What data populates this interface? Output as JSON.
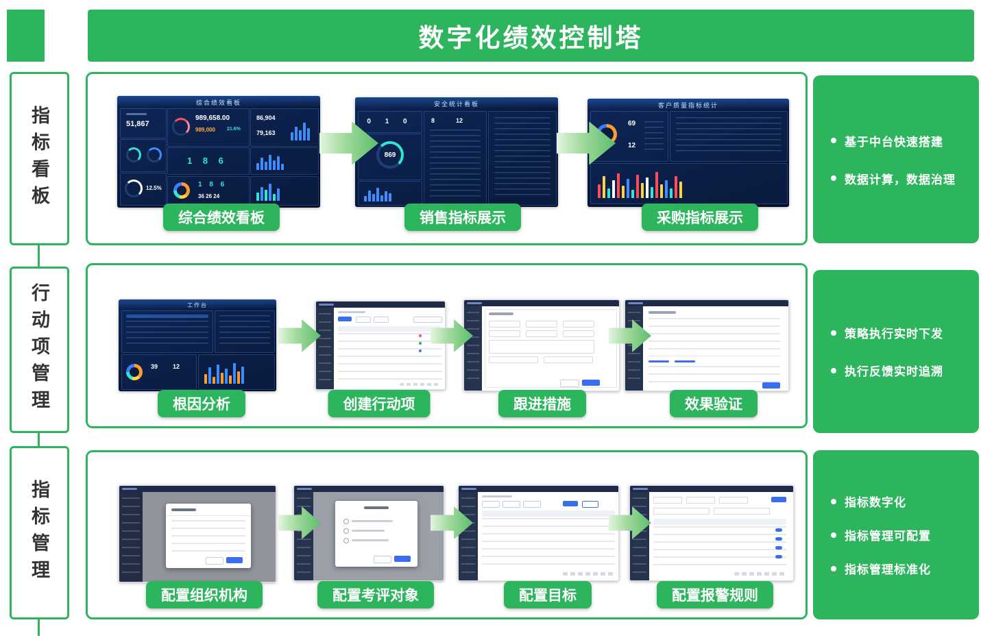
{
  "colors": {
    "accent_green": "#2db55d"
  },
  "header": {
    "title": "数字化绩效控制塔"
  },
  "sections": [
    {
      "label": "指标看板",
      "features": [
        "基于中台快速搭建",
        "数据计算，数据治理"
      ],
      "screens": [
        {
          "label": "综合绩效看板",
          "thumb": {
            "title": "综合绩效看板",
            "stat_main": "51,867",
            "stat_amount": "989,658.00",
            "stat_amount2": "989,000",
            "stat_pct": "21.6%",
            "stat_digits": "1 8 6",
            "stat_rgb": "36 26 24",
            "stat_a": "86,904",
            "stat_b": "79,163",
            "stat_pct2": "12.5%"
          }
        },
        {
          "label": "销售指标展示",
          "thumb": {
            "title": "安全统计看板",
            "chips": "0 1 0",
            "big": "869",
            "stat_a": "8",
            "stat_b": "12"
          }
        },
        {
          "label": "采购指标展示",
          "thumb": {
            "title": "客户质量指标统计",
            "stat_a": "69",
            "stat_b": "12"
          }
        }
      ]
    },
    {
      "label": "行动项管理",
      "features": [
        "策略执行实时下发",
        "执行反馈实时追溯"
      ],
      "screens": [
        {
          "label": "根因分析",
          "thumb": {
            "title": "工作台",
            "stat_a": "39",
            "stat_b": "12"
          }
        },
        {
          "label": "创建行动项"
        },
        {
          "label": "跟进措施"
        },
        {
          "label": "效果验证"
        }
      ]
    },
    {
      "label": "指标管理",
      "features": [
        "指标数字化",
        "指标管理可配置",
        "指标管理标准化"
      ],
      "screens": [
        {
          "label": "配置组织机构"
        },
        {
          "label": "配置考评对象"
        },
        {
          "label": "配置目标"
        },
        {
          "label": "配置报警规则"
        }
      ]
    }
  ]
}
